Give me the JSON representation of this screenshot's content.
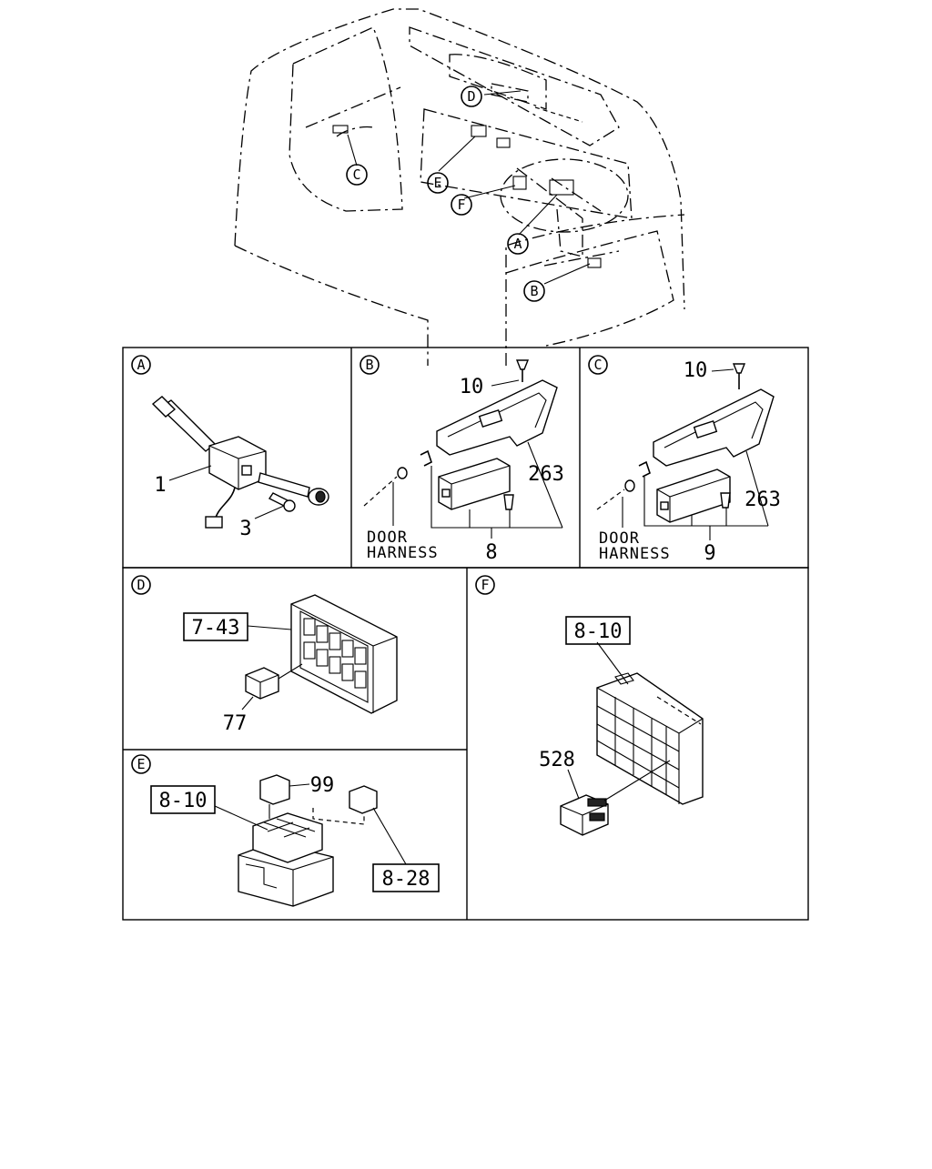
{
  "overview": {
    "callouts": [
      "D",
      "C",
      "E",
      "F",
      "A",
      "B"
    ]
  },
  "panels": {
    "A": {
      "letter": "A",
      "labels": {
        "part1": "1",
        "part3": "3"
      }
    },
    "B": {
      "letter": "B",
      "labels": {
        "screw": "10",
        "bracket": "263",
        "door": "DOOR",
        "harness": "HARNESS",
        "switch": "8"
      }
    },
    "C": {
      "letter": "C",
      "labels": {
        "screw": "10",
        "bracket": "263",
        "door": "DOOR",
        "harness": "HARNESS",
        "switch": "9"
      }
    },
    "D": {
      "letter": "D",
      "labels": {
        "ref": "7-43",
        "part": "77"
      }
    },
    "E": {
      "letter": "E",
      "labels": {
        "ref1": "8-10",
        "part": "99",
        "ref2": "8-28"
      }
    },
    "F": {
      "letter": "F",
      "labels": {
        "ref": "8-10",
        "part": "528"
      }
    }
  }
}
